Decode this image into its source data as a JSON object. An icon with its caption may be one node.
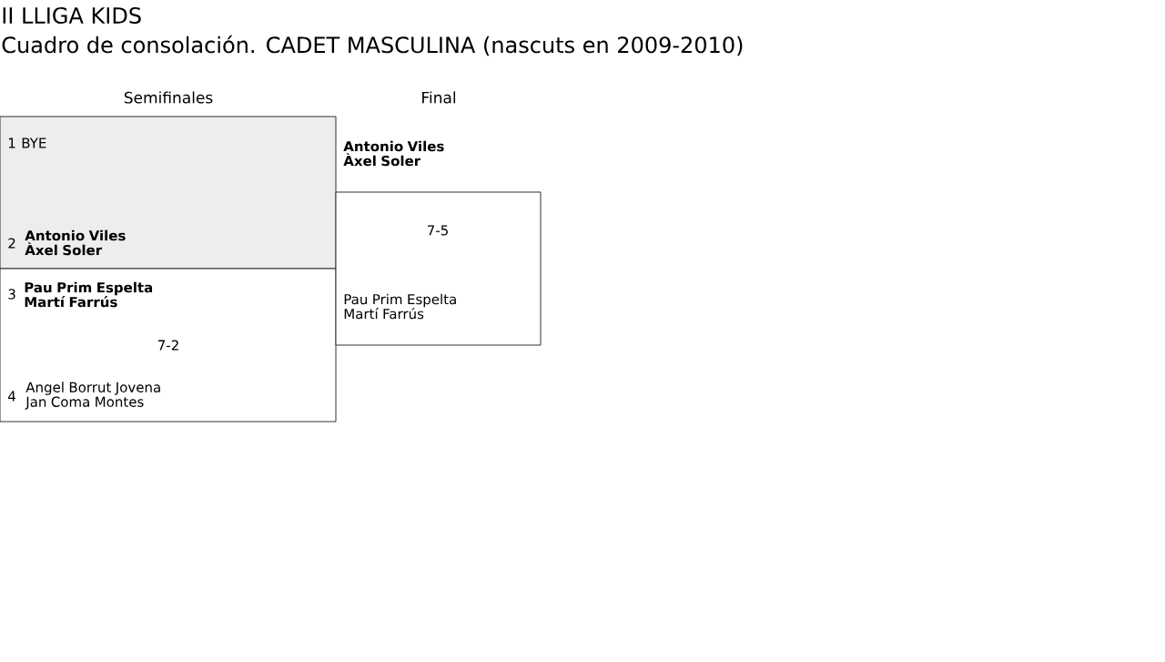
{
  "diagram": {
    "title": "II LLIGA KIDS",
    "nodes": [
      {
        "text": [
          "1",
          "BYE",
          "2",
          "Antonio Viles Àxel Soler"
        ]
      },
      {
        "text": [
          "3",
          "Pau Prim Espelta Martí Farrús",
          "7-2",
          "4",
          "Angel Borrut Jovena Jan Coma Montes"
        ]
      },
      {
        "text": [
          "Antonio Viles Àxel Soler",
          "7-5",
          "Pau Prim Espelta Martí Farrús"
        ]
      }
    ],
    "labels": [
      "Cuadro de consolación. CADET MASCULINA (nascuts en 2009-2010)",
      "Semifinales",
      "Final"
    ]
  }
}
